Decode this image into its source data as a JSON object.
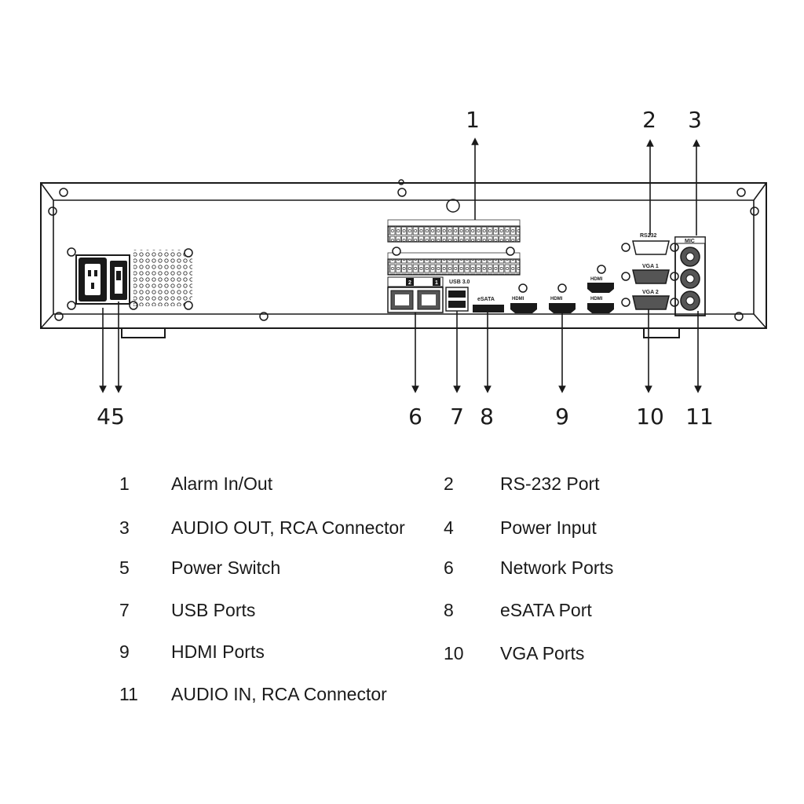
{
  "callouts": [
    "1",
    "2",
    "3",
    "4",
    "5",
    "6",
    "7",
    "8",
    "9",
    "10",
    "11"
  ],
  "panel_labels": {
    "rs232": "RS232",
    "mic": "MIC",
    "vga1": "VGA 1",
    "vga2": "VGA 2",
    "usb": "USB 3.0",
    "esata": "eSATA",
    "hdmi": "HDMI",
    "lan1": "1",
    "lan2": "2"
  },
  "legend": [
    {
      "num": "1",
      "label": "Alarm In/Out"
    },
    {
      "num": "2",
      "label": "RS-232 Port"
    },
    {
      "num": "3",
      "label": "AUDIO OUT, RCA Connector"
    },
    {
      "num": "4",
      "label": "Power Input"
    },
    {
      "num": "5",
      "label": "Power Switch"
    },
    {
      "num": "6",
      "label": "Network Ports"
    },
    {
      "num": "7",
      "label": "USB Ports"
    },
    {
      "num": "8",
      "label": "eSATA Port"
    },
    {
      "num": "9",
      "label": "HDMI Ports"
    },
    {
      "num": "10",
      "label": "VGA Ports"
    },
    {
      "num": "11",
      "label": "AUDIO IN, RCA Connector"
    }
  ]
}
